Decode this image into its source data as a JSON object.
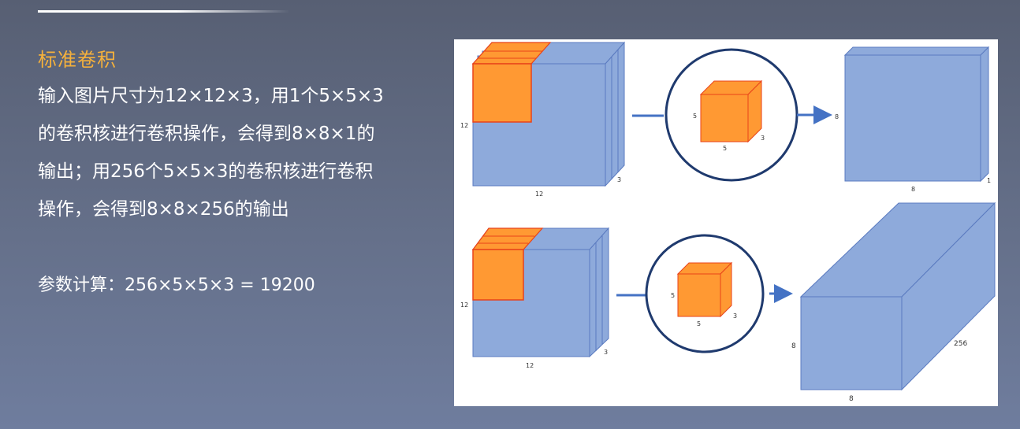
{
  "slide": {
    "title": "标准卷积",
    "paragraph_lines": [
      "输入图片尺寸为12×12×3，用1个5×5×3",
      "的卷积核进行卷积操作，会得到8×8×1的",
      "输出；用256个5×5×3的卷积核进行卷积",
      "操作，会得到8×8×256的输出"
    ],
    "param_calc": "参数计算：256×5×5×3 = 19200"
  },
  "diagram": {
    "colors": {
      "volume_blue": "#8eaadb",
      "volume_edge": "#5b7bc0",
      "kernel_orange": "#ff9933",
      "kernel_edge": "#e8431a",
      "arrow": "#4472c4",
      "circle": "#1f3a6e"
    },
    "row1": {
      "input_height": "12",
      "input_width": "12",
      "input_depth": "3",
      "kernel_h": "5",
      "kernel_w": "5",
      "kernel_d": "3",
      "output_h": "8",
      "output_w": "8",
      "output_d": "1"
    },
    "row2": {
      "input_height": "12",
      "input_width": "12",
      "input_depth": "3",
      "kernel_h": "5",
      "kernel_w": "5",
      "kernel_d": "3",
      "output_h": "8",
      "output_w": "8",
      "output_d": "256"
    }
  }
}
